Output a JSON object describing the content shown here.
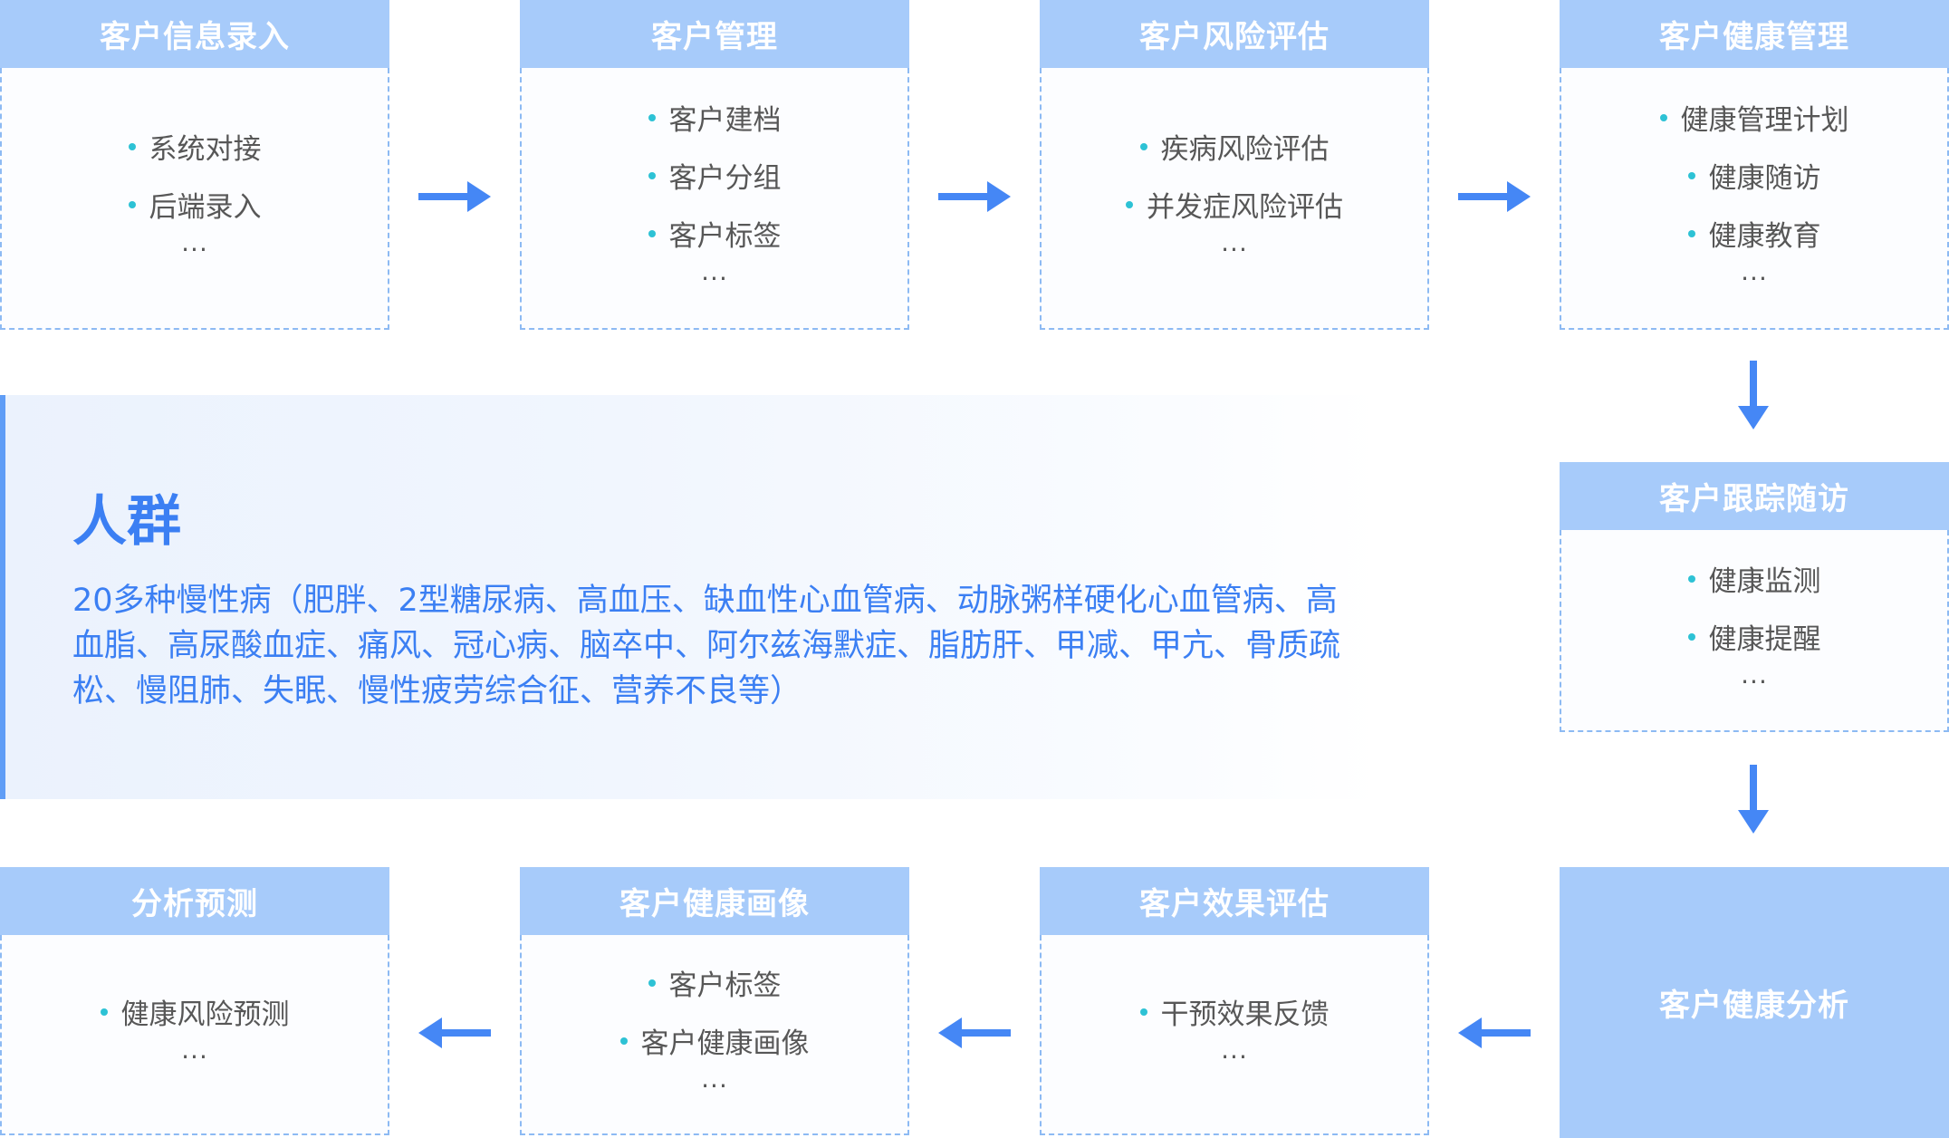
{
  "steps": [
    {
      "title": "客户信息录入",
      "items": [
        "系统对接",
        "后端录入"
      ],
      "more": "..."
    },
    {
      "title": "客户管理",
      "items": [
        "客户建档",
        "客户分组",
        "客户标签"
      ],
      "more": "..."
    },
    {
      "title": "客户风险评估",
      "items": [
        "疾病风险评估",
        "并发症风险评估"
      ],
      "more": "..."
    },
    {
      "title": "客户健康管理",
      "items": [
        "健康管理计划",
        "健康随访",
        "健康教育"
      ],
      "more": "..."
    },
    {
      "title": "客户跟踪随访",
      "items": [
        "健康监测",
        "健康提醒"
      ],
      "more": "..."
    },
    {
      "title": "客户健康分析"
    },
    {
      "title": "客户效果评估",
      "items": [
        "干预效果反馈"
      ],
      "more": "..."
    },
    {
      "title": "客户健康画像",
      "items": [
        "客户标签",
        "客户健康画像"
      ],
      "more": "..."
    },
    {
      "title": "分析预测",
      "items": [
        "健康风险预测"
      ],
      "more": "..."
    }
  ],
  "population": {
    "title": "人群",
    "description": "20多种慢性病（肥胖、2型糖尿病、高血压、缺血性心血管病、动脉粥样硬化心血管病、高血脂、高尿酸血症、痛风、冠心病、脑卒中、阿尔兹海默症、脂肪肝、甲减、甲亢、骨质疏松、慢阻肺、失眠、慢性疲劳综合征、营养不良等）"
  },
  "icons": {
    "connector_right": "arrow-right-icon",
    "connector_down": "arrow-down-icon",
    "connector_left": "arrow-left-icon",
    "bullet": "bullet-dot-icon"
  },
  "colors": {
    "header": "#a7cbfa",
    "accent": "#3b7ff3",
    "arrow": "#4587f5",
    "bullet": "#2dc2d5",
    "border": "#8dbaf3",
    "text": "#575757",
    "edge": "#5f9df6",
    "panel": "#ebf2fd"
  }
}
